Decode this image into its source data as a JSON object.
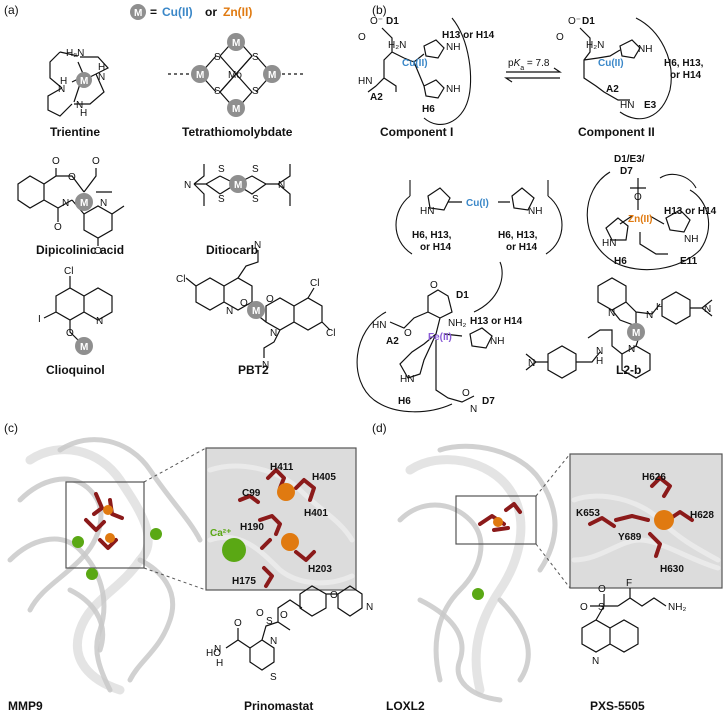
{
  "legend": {
    "metal_symbol": "M",
    "equals": "=",
    "cu": "Cu(II)",
    "or": "or",
    "zn": "Zn(II)",
    "cu_color": "#3a87c8",
    "zn_color": "#e07a10"
  },
  "panels": {
    "a": "(a)",
    "b": "(b)",
    "c": "(c)",
    "d": "(d)"
  },
  "panel_a": {
    "compounds": [
      "Trientine",
      "Tetrathiomolybdate",
      "Dipicolinic acid",
      "Ditiocarb",
      "Clioquinol",
      "PBT2",
      "L2-b"
    ],
    "metal_label": "M",
    "atoms": {
      "N": "N",
      "H": "H",
      "O": "O",
      "S": "S",
      "Mo": "Mo",
      "Cl": "Cl",
      "I": "I"
    }
  },
  "panel_b": {
    "component_1": "Component I",
    "component_2": "Component II",
    "equilibrium": "pKa = 7.8",
    "pka_p": "p",
    "pka_K": "K",
    "pka_a": "a",
    "pka_val": "= 7.8",
    "cu2": "Cu(II)",
    "cu1": "Cu(I)",
    "zn2": "Zn(II)",
    "fe2": "Fe(II)",
    "cu2_color": "#3a87c8",
    "zn2_color": "#e07a10",
    "fe2_color": "#8a5cd6",
    "labels": {
      "D1": "D1",
      "H13_or_H14": "H13 or H14",
      "A2": "A2",
      "H6": "H6",
      "E3": "E3",
      "H6_H13": "H6, H13,",
      "or_H14": "or H14",
      "H6_H13_b": "H6, H13,",
      "or_H14_b": "or H14",
      "H6_H13_c": "H6, H13,",
      "or_H14_c": "or H14",
      "D1_E3": "D1/E3/",
      "D7": "D7",
      "E11": "E11",
      "H6b": "H6",
      "H13_or_H14_b": "H13 or H14",
      "D1b": "D1",
      "A2b": "A2",
      "H6c": "H6",
      "D7b": "D7",
      "H13_or_H14_c": "H13 or H14",
      "H2N": "H₂N",
      "NH2": "NH₂",
      "HN": "HN",
      "NH": "NH",
      "N": "N",
      "O": "O",
      "Ominus": "O⁻"
    }
  },
  "panel_c": {
    "protein": "MMP9",
    "inhibitor": "Prinomastat",
    "residues": [
      "H411",
      "H405",
      "C99",
      "H401",
      "H190",
      "H175",
      "H203"
    ],
    "ion": "Ca²⁺",
    "ion_color": "#5aa814",
    "atoms": {
      "O": "O",
      "S": "S",
      "N": "N",
      "HO": "HO",
      "H": "H",
      "Nring": "N"
    }
  },
  "panel_d": {
    "protein": "LOXL2",
    "inhibitor": "PXS-5505",
    "residues": [
      "H626",
      "K653",
      "H628",
      "Y689",
      "H630"
    ],
    "atoms": {
      "F": "F",
      "O": "O",
      "S": "S",
      "N": "N",
      "NH2": "NH₂"
    }
  }
}
